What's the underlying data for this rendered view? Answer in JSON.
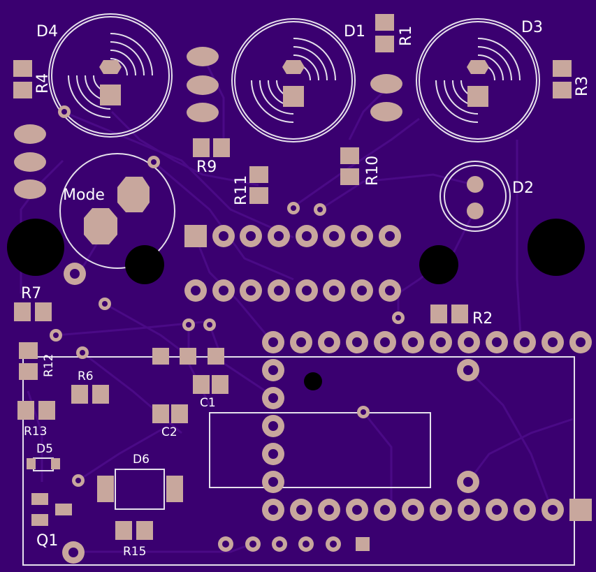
{
  "board": {
    "colors": {
      "substrate": "#3a0070",
      "trace": "#4a0a86",
      "pad": "#c8a79d",
      "silk": "#e6e0ec",
      "hole": "#000000"
    }
  },
  "labels": {
    "D4": "D4",
    "D1": "D1",
    "D3": "D3",
    "D2": "D2",
    "R1": "R1",
    "R3": "R3",
    "R4": "R4",
    "R9": "R9",
    "R10": "R10",
    "R11": "R11",
    "R7": "R7",
    "R2": "R2",
    "R12": "R12",
    "R6": "R6",
    "R13": "R13",
    "C1": "C1",
    "C2": "C2",
    "D5": "D5",
    "D6": "D6",
    "Q1": "Q1",
    "R15": "R15",
    "mode": "Mode"
  }
}
